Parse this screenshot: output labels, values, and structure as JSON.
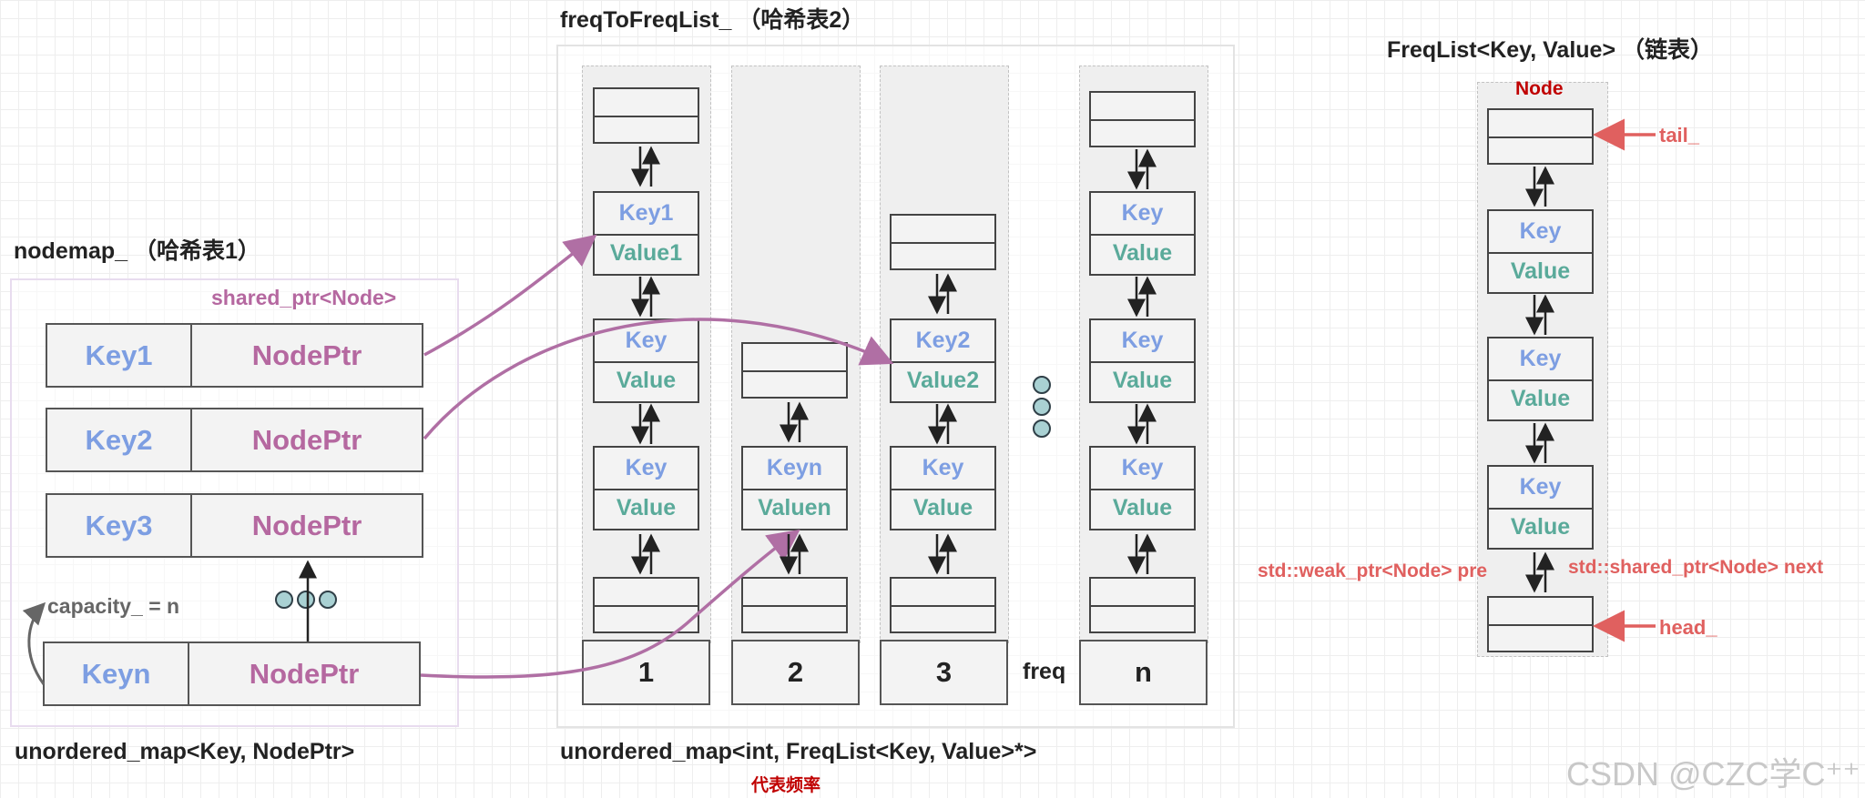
{
  "left": {
    "title": "nodemap_ （哈希表1）",
    "shared_ptr_label": "shared_ptr<Node>",
    "rows": [
      {
        "key": "Key1",
        "ptr": "NodePtr"
      },
      {
        "key": "Key2",
        "ptr": "NodePtr"
      },
      {
        "key": "Key3",
        "ptr": "NodePtr"
      },
      {
        "key": "Keyn",
        "ptr": "NodePtr"
      }
    ],
    "capacity": "capacity_ = n",
    "bottom_label": "unordered_map<Key, NodePtr>"
  },
  "middle": {
    "title": "freqToFreqList_ （哈希表2）",
    "columns": [
      {
        "freq": "1",
        "nodes": [
          {
            "key": "Key1",
            "value": "Value1"
          },
          {
            "key": "Key",
            "value": "Value"
          },
          {
            "key": "Key",
            "value": "Value"
          }
        ]
      },
      {
        "freq": "2",
        "nodes": [
          {
            "key": "Keyn",
            "value": "Valuen"
          }
        ]
      },
      {
        "freq": "3",
        "nodes": [
          {
            "key": "Key2",
            "value": "Value2"
          },
          {
            "key": "Key",
            "value": "Value"
          }
        ]
      },
      {
        "freq": "n",
        "nodes": [
          {
            "key": "Key",
            "value": "Value"
          },
          {
            "key": "Key",
            "value": "Value"
          },
          {
            "key": "Key",
            "value": "Value"
          }
        ]
      }
    ],
    "freq_label": "freq",
    "bottom_label": "unordered_map<int, FreqList<Key, Value>*>",
    "freq_note": "代表频率"
  },
  "right": {
    "title": "FreqList<Key, Value> （链表）",
    "node_label": "Node",
    "tail": "tail_",
    "head": "head_",
    "nodes": [
      {
        "key": "Key",
        "value": "Value"
      },
      {
        "key": "Key",
        "value": "Value"
      },
      {
        "key": "Key",
        "value": "Value"
      }
    ],
    "pre_label": "std::weak_ptr<Node> pre",
    "next_label": "std::shared_ptr<Node> next"
  },
  "watermark": "CSDN @CZC学C⁺⁺",
  "colors": {
    "key_blue": "#7d9ee2",
    "value_teal": "#5aaa9a",
    "nodeptr_purple": "#b568a0",
    "arrow_purple": "#b06fa4",
    "red_label": "#e0605f",
    "dark_red": "#c00000"
  }
}
